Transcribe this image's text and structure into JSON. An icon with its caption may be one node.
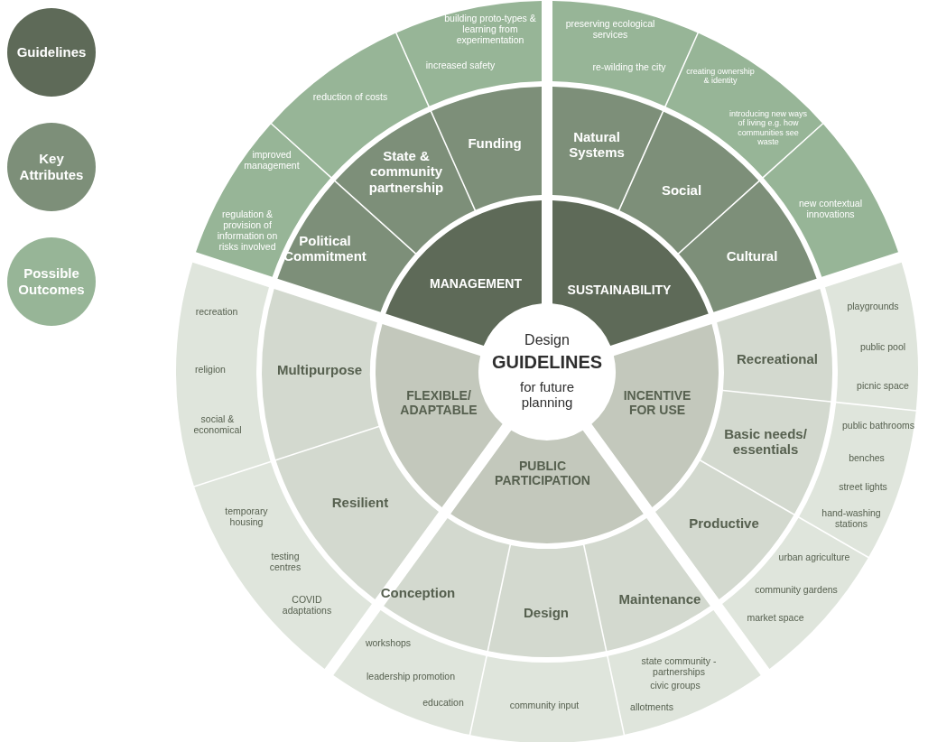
{
  "diagram": {
    "nodes": [
      {
        "text": [
          "Design",
          "GUIDELINES",
          "for future planning"
        ]
      },
      {
        "text": [
          "MANAGEMENT"
        ]
      },
      {
        "text": [
          "SUSTAINABILITY"
        ]
      },
      {
        "text": [
          "INCENTIVE FOR USE"
        ]
      },
      {
        "text": [
          "PUBLIC PARTICIPATION"
        ]
      },
      {
        "text": [
          "FLEXIBLE/ ADAPTABLE"
        ]
      },
      {
        "text": [
          "Political Commitment"
        ]
      },
      {
        "text": [
          "State & community partnership"
        ]
      },
      {
        "text": [
          "Funding"
        ]
      },
      {
        "text": [
          "Natural Systems"
        ]
      },
      {
        "text": [
          "Social"
        ]
      },
      {
        "text": [
          "Cultural"
        ]
      },
      {
        "text": [
          "Recreational"
        ]
      },
      {
        "text": [
          "Basic needs/ essentials"
        ]
      },
      {
        "text": [
          "Productive"
        ]
      },
      {
        "text": [
          "Conception"
        ]
      },
      {
        "text": [
          "Design"
        ]
      },
      {
        "text": [
          "Maintenance"
        ]
      },
      {
        "text": [
          "Multipurpose"
        ]
      },
      {
        "text": [
          "Resilient"
        ]
      },
      {
        "text": [
          "improved management",
          "regulation & provision of information on risks involved"
        ]
      },
      {
        "text": [
          "reduction of costs"
        ]
      },
      {
        "text": [
          "building proto-types & learning from experimentation",
          "increased safety"
        ]
      },
      {
        "text": [
          "preserving ecological services",
          "re-wilding the city"
        ]
      },
      {
        "text": [
          "creating ownership & identity",
          "introducing new ways of living e.g. how communities see waste"
        ]
      },
      {
        "text": [
          "new contextual innovations"
        ]
      },
      {
        "text": [
          "playgrounds",
          "public pool",
          "picnic space"
        ]
      },
      {
        "text": [
          "public bathrooms",
          "benches",
          "street lights",
          "hand-washing stations"
        ]
      },
      {
        "text": [
          "urban agriculture",
          "community gardens",
          "market space"
        ]
      },
      {
        "text": [
          "workshops",
          "leadership promotion",
          "education"
        ]
      },
      {
        "text": [
          "community input"
        ]
      },
      {
        "text": [
          "state community -partnerships",
          "civic groups",
          "allotments"
        ]
      },
      {
        "text": [
          "recreation",
          "religion",
          "social & economical"
        ]
      },
      {
        "text": [
          "temporary housing",
          "testing centres",
          "COVID adaptations"
        ]
      }
    ],
    "legend": [
      {
        "text": "Guidelines",
        "color": "#5e6a58"
      },
      {
        "text": "Key Attributes",
        "color": "#7d8f79"
      },
      {
        "text": "Possible Outcomes",
        "color": "#97b597"
      }
    ]
  }
}
